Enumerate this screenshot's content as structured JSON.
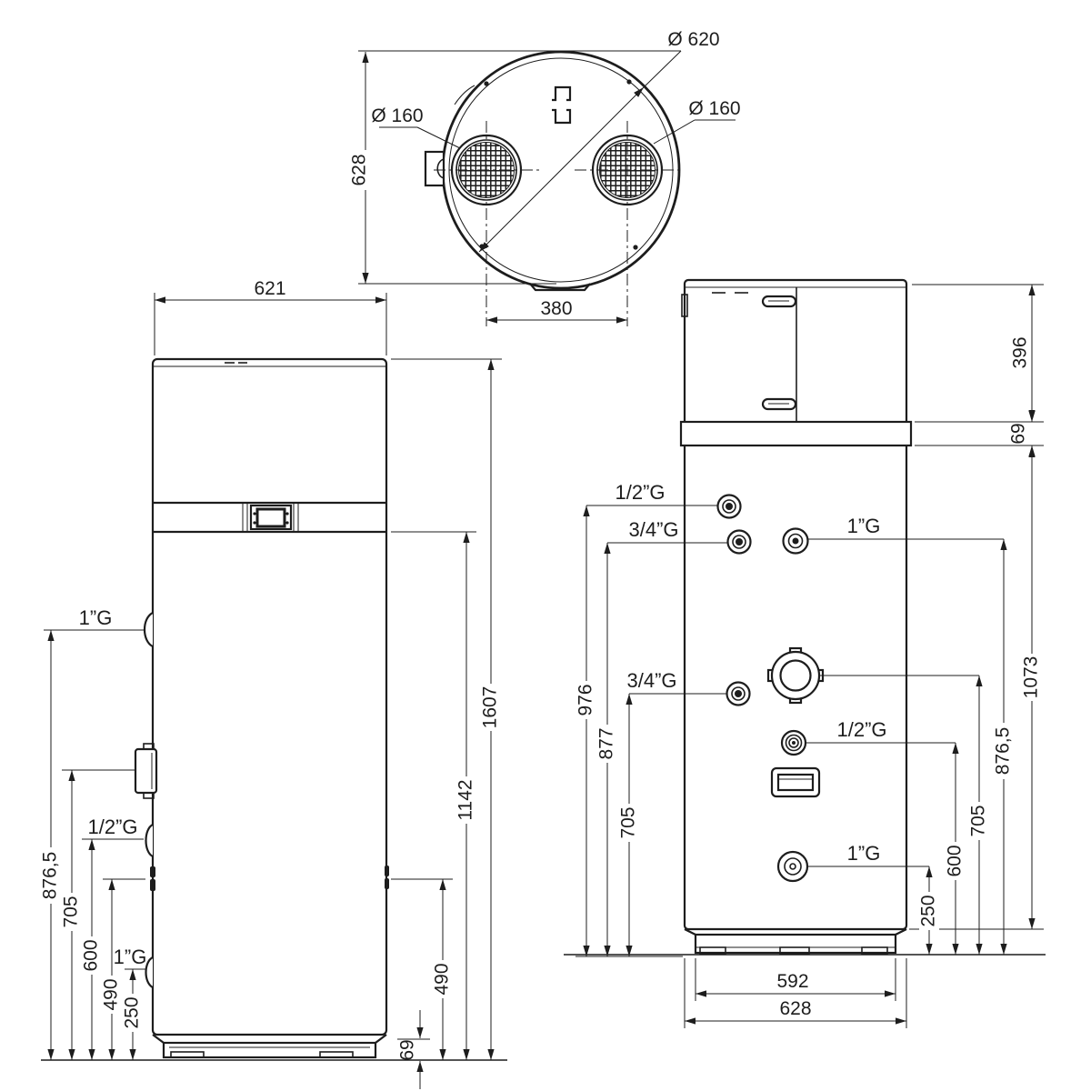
{
  "background": "#ffffff",
  "line_color": "#1d1d1d",
  "top_view": {
    "diameter": "Ø 620",
    "grille_left_diameter": "Ø 160",
    "grille_right_diameter": "Ø 160",
    "overall_depth": "628",
    "grille_spacing": "380"
  },
  "front_view": {
    "width": "621",
    "height": "1607",
    "body": "1142",
    "clip": "490",
    "base": "69",
    "conn_top": "1”G",
    "conn_mid": "1/2”G",
    "conn_low": "1”G",
    "h_876": "876,5",
    "h_705": "705",
    "h_600": "600",
    "h_490": "490",
    "h_250": "250"
  },
  "rear_view": {
    "h_396": "396",
    "h_69": "69",
    "l1": "1/2”G",
    "l2": "3/4”G",
    "l3": "1”G",
    "l4": "3/4”G",
    "l5": "1/2”G",
    "l6": "1”G",
    "left_976": "976",
    "left_877": "877",
    "left_705": "705",
    "right_1073": "1073",
    "right_8765": "876,5",
    "right_705": "705",
    "right_600": "600",
    "right_250": "250",
    "base_width": "592",
    "width": "628"
  }
}
